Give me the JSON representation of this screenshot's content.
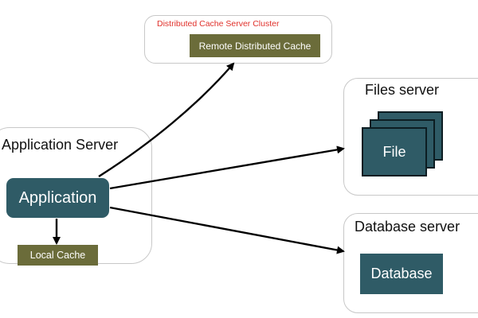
{
  "diagram": {
    "distributed_cache_cluster": {
      "title": "Distributed Cache Server Cluster",
      "node_label": "Remote Distributed Cache",
      "title_color": "#e0302a"
    },
    "files_server": {
      "title": "Files server",
      "node_label": "File"
    },
    "application_server": {
      "title": "Application Server",
      "app_label": "Application",
      "local_cache_label": "Local Cache"
    },
    "database_server": {
      "title": "Database server",
      "node_label": "Database"
    },
    "colors": {
      "node_teal": "#2f5b66",
      "node_olive": "#6b6c3a",
      "group_border": "#c8c8c8",
      "arrow": "#000000"
    },
    "connections": [
      {
        "from": "Application",
        "to": "Remote Distributed Cache"
      },
      {
        "from": "Application",
        "to": "Files server"
      },
      {
        "from": "Application",
        "to": "Database server"
      },
      {
        "from": "Application",
        "to": "Local Cache"
      }
    ]
  }
}
